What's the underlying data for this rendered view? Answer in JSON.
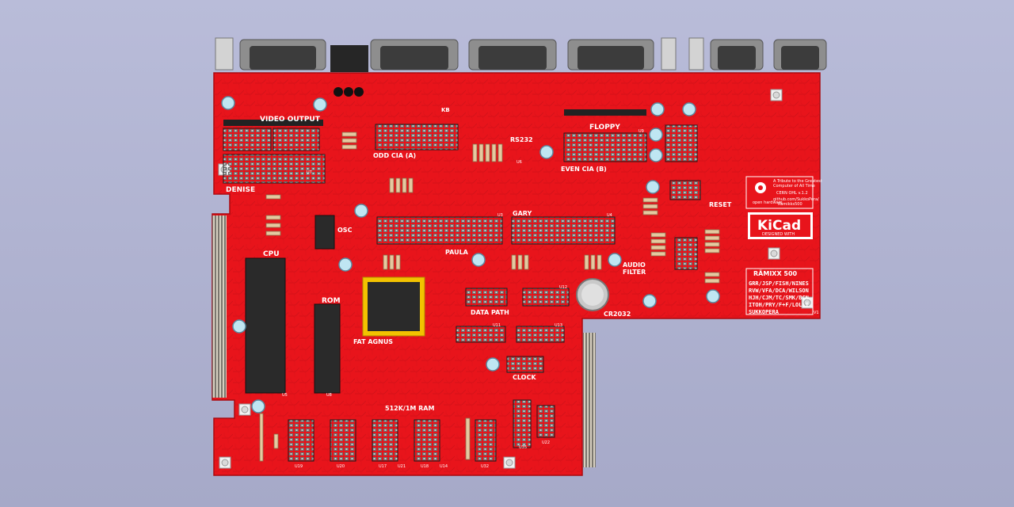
{
  "labels": {
    "video_output": "VIDEO OUTPUT",
    "denise": "DENISE",
    "odd_cia": "ODD CIA (A)",
    "rs232": "RS232",
    "floppy": "FLOPPY",
    "even_cia": "EVEN CIA (B)",
    "reset": "RESET",
    "osc": "OSC",
    "paula": "PAULA",
    "gary": "GARY",
    "cpu": "CPU",
    "rom": "ROM",
    "fat_agnus": "FAT AGNUS",
    "data_path": "DATA PATH",
    "audio_filter_1": "AUDIO",
    "audio_filter_2": "FILTER",
    "cr2032": "CR2032",
    "clock": "CLOCK",
    "ram": "512K/1M RAM",
    "kb": "KB"
  },
  "branding": {
    "kicad_logo": "KiCad",
    "kicad_sub": "DESIGNED WITH",
    "oshw": "open hardware",
    "tribute_1": "A Tribute to the Greatest",
    "tribute_2": "Computer of All Time",
    "version": "CERN OHL v.1.2",
    "url": "github.com/SukkoPera/",
    "author": "Ramikks500",
    "project_title": "RÄMIXX 500",
    "credits": [
      "GRR/JSP/FISH/NINES",
      "RVW/VFA/DCA/WILSON",
      "HJH/CJM/TC/SMK/BCN",
      "ITOH/PRY/F+F/LOLLI",
      "SUKKOPERA"
    ],
    "v1": "V1"
  },
  "chip_labels": {
    "u3": "U3",
    "u4": "U4",
    "u5": "U5",
    "u8": "U8",
    "u19": "U19",
    "u20": "U20",
    "u17": "U17",
    "u21": "U21",
    "u18": "U18",
    "u14": "U14",
    "u22": "U22",
    "u35": "U35",
    "u32": "U32",
    "u9": "U9",
    "u13": "U13",
    "u6": "U6",
    "u7": "U7",
    "u11": "U11",
    "u12": "U12"
  },
  "colors": {
    "board": "#e8141b",
    "board_dark": "#c90f14",
    "silk": "#ffffff",
    "gold": "#f2c200",
    "chip": "#2a2a2a",
    "background": "#afb2cf"
  }
}
